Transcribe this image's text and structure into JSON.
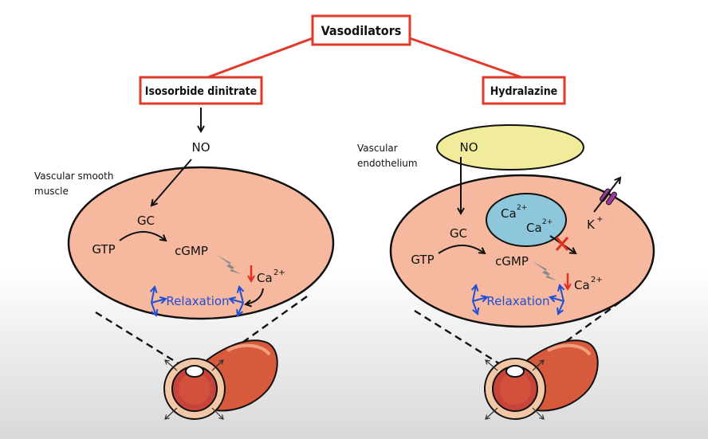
{
  "title": "Vasodilators",
  "left": {
    "drug": "Isosorbide dinitrate",
    "no": "NO",
    "tissue_label_line1": "Vascular smooth",
    "tissue_label_line2": "muscle",
    "gc": "GC",
    "gtp": "GTP",
    "cgmp": "cGMP",
    "ca": "Ca",
    "ca_sup": "2+",
    "relaxation": "Relaxation"
  },
  "right": {
    "drug": "Hydralazine",
    "no": "NO",
    "tissue_label_line1": "Vascular",
    "tissue_label_line2": "endothelium",
    "gc": "GC",
    "gtp": "GTP",
    "cgmp": "cGMP",
    "ca": "Ca",
    "ca_sup": "2+",
    "store_ca1": "Ca",
    "store_ca2": "Ca",
    "k": "K",
    "k_sup": "+",
    "relaxation": "Relaxation"
  },
  "colors": {
    "box_border": "#e23a2a",
    "cell_fill": "#f6b89e",
    "endothelium_fill": "#f0ec9c",
    "store_fill": "#8ec7dc",
    "relax_blue": "#1f4fd6",
    "down_arrow": "#e0301f",
    "channel": "#9a3aa0"
  }
}
